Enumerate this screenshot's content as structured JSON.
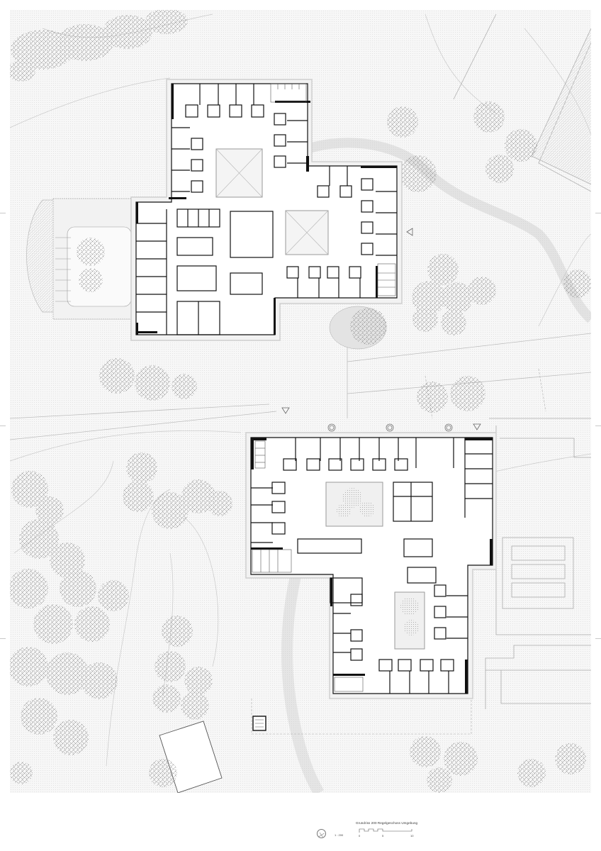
{
  "drawing": {
    "type": "architectural site plan",
    "title": "Grundriss 200 Regelgeschoss Umgebung",
    "scale": "1 : 200",
    "scale_bar": {
      "ticks": [
        "0",
        "5",
        "10"
      ],
      "unit": "m"
    },
    "north_arrow": "north-arrow-icon",
    "buildings": [
      {
        "name": "upper-building",
        "courtyards": 2,
        "features": [
          "patient-rooms",
          "stair-core",
          "central-corridor"
        ]
      },
      {
        "name": "lower-building",
        "courtyards": 2,
        "features": [
          "patient-rooms",
          "stair-core",
          "planted-courtyard"
        ]
      }
    ],
    "entrance_markers": [
      "triangle-east",
      "triangle-north-upper",
      "triangle-north-lower"
    ],
    "colors": {
      "wall": "#111111",
      "site_hatch": "#e2e2e2",
      "tree": "#9a9a9a",
      "background": "#ffffff"
    }
  }
}
